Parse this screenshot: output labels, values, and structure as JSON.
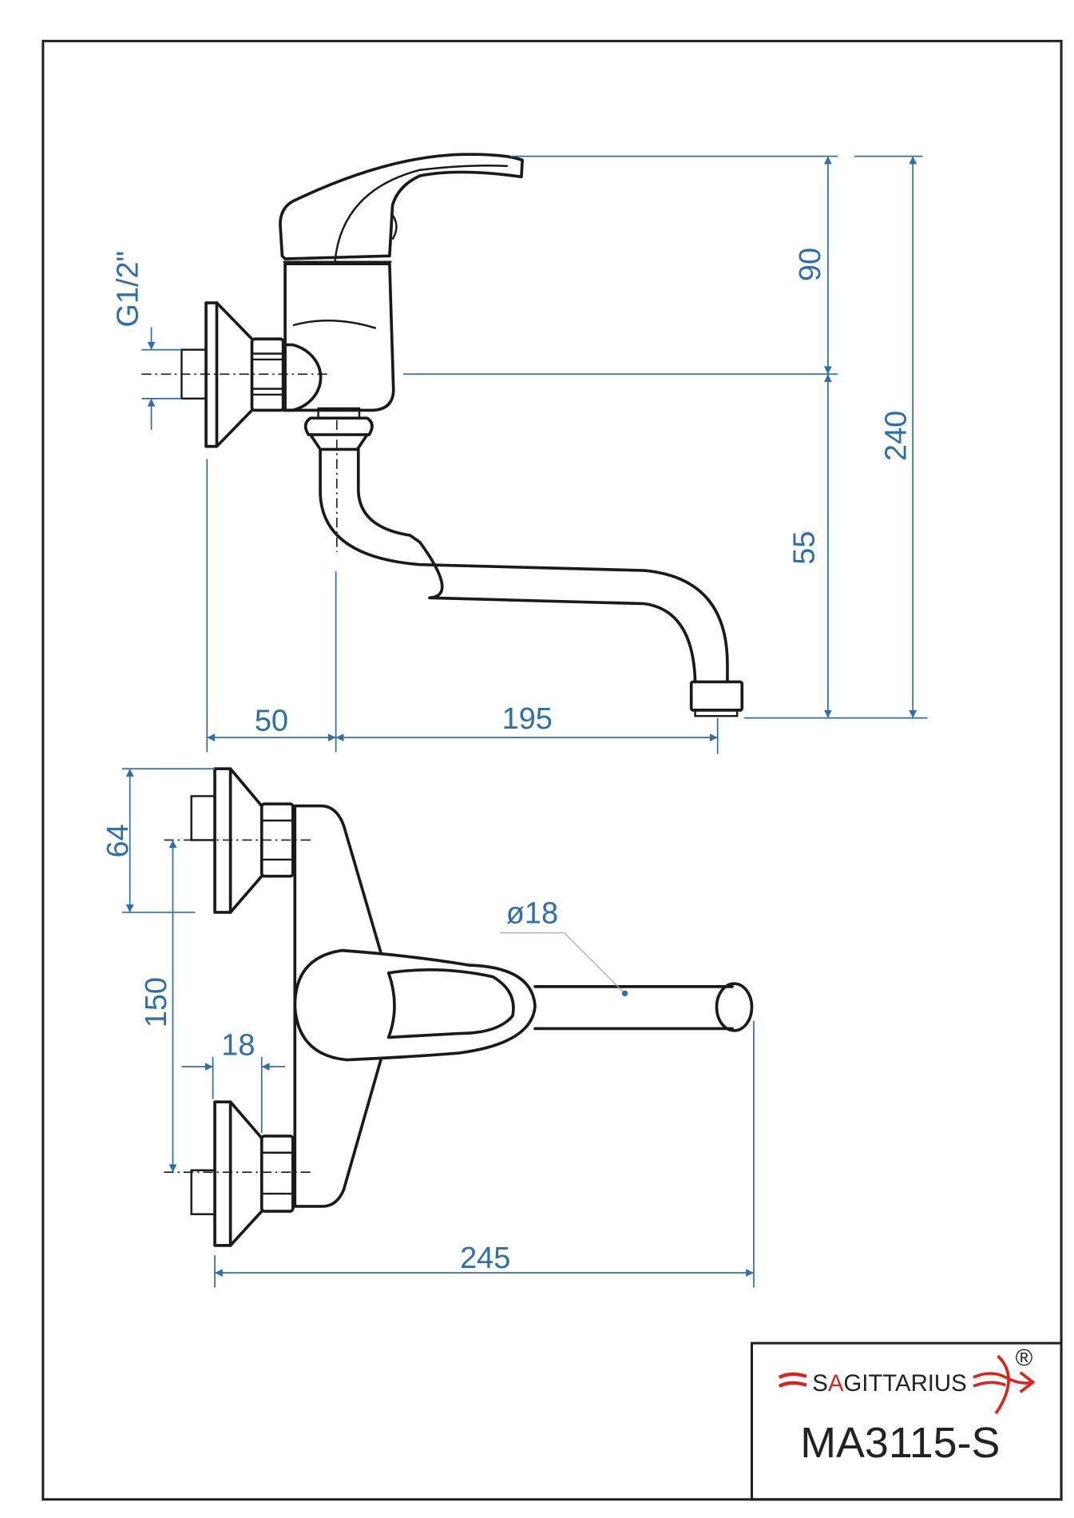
{
  "dimensions": {
    "connection_thread": "G1/2\"",
    "handle_height": "90",
    "total_height": "240",
    "spout_height": "55",
    "wall_offset": "50",
    "spout_reach": "195",
    "flange_diameter": "64",
    "center_distance": "150",
    "eccentric_offset": "18",
    "spout_diameter": "ø18",
    "total_length": "245"
  },
  "title_block": {
    "brand_prefix": "S",
    "brand_accent": "A",
    "brand_suffix": "GITTARIUS",
    "registered": "®",
    "model": "MA3115-S"
  },
  "colors": {
    "dimension": "#2f6ea8",
    "brand_red": "#d8261f",
    "line": "#1a1a1a"
  }
}
